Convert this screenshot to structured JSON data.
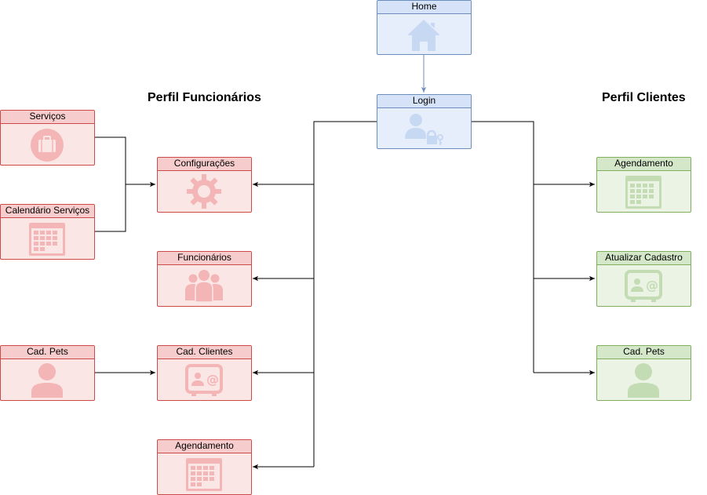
{
  "colors": {
    "red_icon": "#f3b5b5",
    "green_icon": "#c4dcb3",
    "blue_icon": "#c7d8f3",
    "edge": "#000000",
    "edge_blue": "#6c8ebf"
  },
  "sections": {
    "funcionarios": "Perfil Funcionários",
    "clientes": "Perfil Clientes"
  },
  "nodes": {
    "home": {
      "label": "Home",
      "icon": "home-icon"
    },
    "login": {
      "label": "Login",
      "icon": "user-lock-icon"
    },
    "servicos": {
      "label": "Serviços",
      "icon": "briefcase-icon"
    },
    "calendario_servicos": {
      "label": "Calendário Serviços",
      "icon": "calendar-icon"
    },
    "configuracoes": {
      "label": "Configurações",
      "icon": "gear-icon"
    },
    "funcionarios": {
      "label": "Funcionários",
      "icon": "group-icon"
    },
    "cad_pets_func": {
      "label": "Cad. Pets",
      "icon": "user-icon"
    },
    "cad_clientes": {
      "label": "Cad. Clientes",
      "icon": "contact-card-icon"
    },
    "agendamento_func": {
      "label": "Agendamento",
      "icon": "calendar-icon"
    },
    "agendamento_cli": {
      "label": "Agendamento",
      "icon": "calendar-icon"
    },
    "atualizar_cadastro": {
      "label": "Atualizar Cadastro",
      "icon": "contact-card-icon"
    },
    "cad_pets_cli": {
      "label": "Cad. Pets",
      "icon": "user-icon"
    }
  }
}
